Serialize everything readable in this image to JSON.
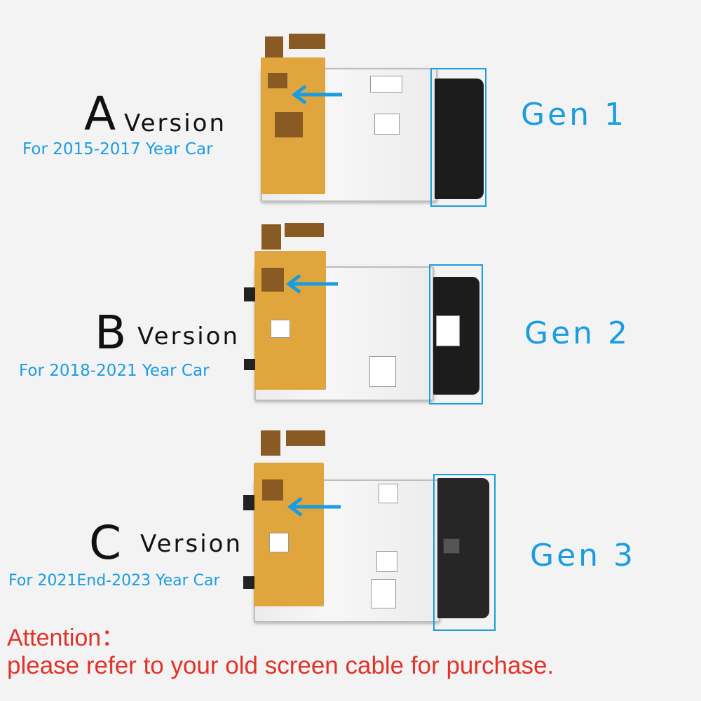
{
  "versions": [
    {
      "letter": "A",
      "word": "Version",
      "years": "For 2015-2017 Year Car",
      "gen": "Gen 1"
    },
    {
      "letter": "B",
      "word": "Version",
      "years": "For 2018-2021 Year Car",
      "gen": "Gen 2"
    },
    {
      "letter": "C",
      "word": "Version",
      "years": "For 2021End-2023 Year Car",
      "gen": "Gen 3"
    }
  ],
  "attention": {
    "title": "Attention：",
    "body": "please refer to your old screen cable for purchase."
  },
  "colors": {
    "accent": "#1a9de0",
    "warning": "#e0332a"
  }
}
